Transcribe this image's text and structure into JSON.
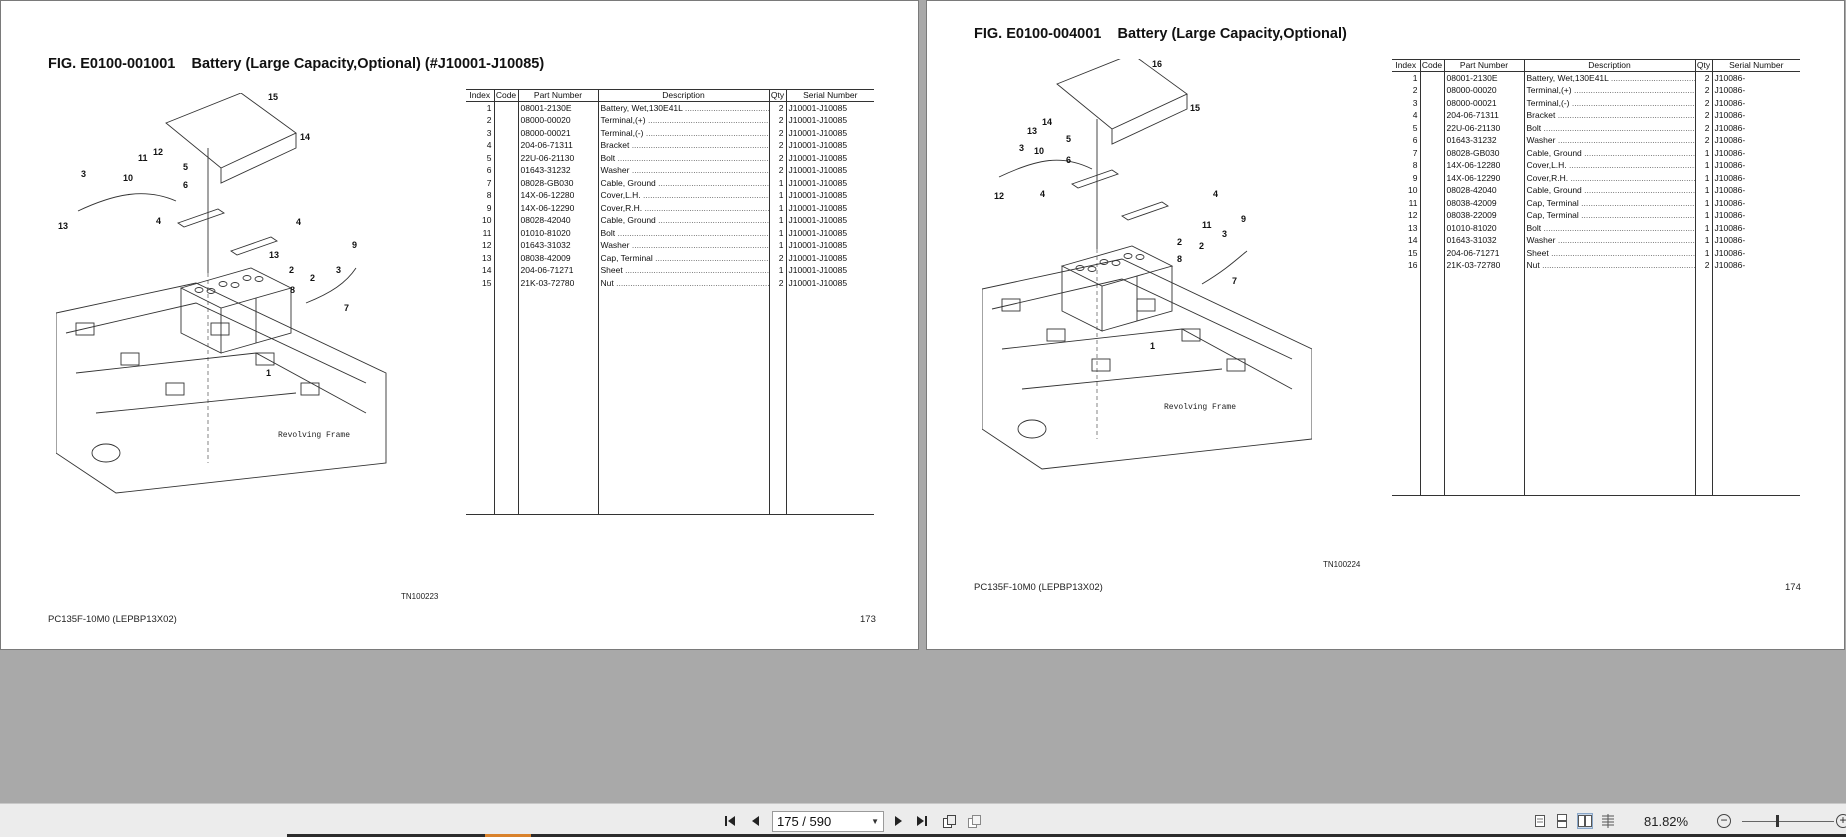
{
  "left_page": {
    "title": "FIG. E0100-001001    Battery (Large Capacity,Optional) (#J10001-J10085)",
    "figure_code": "TN100223",
    "model": "PC135F-10M0 (LEPBP13X02)",
    "page_number": "173",
    "frame_label": "Revolving Frame",
    "callouts": [
      "1",
      "2",
      "2",
      "3",
      "3",
      "4",
      "4",
      "5",
      "6",
      "7",
      "8",
      "9",
      "10",
      "11",
      "12",
      "13",
      "13",
      "14",
      "15"
    ],
    "columns": [
      "Index",
      "Code",
      "Part Number",
      "Description",
      "Qty",
      "Serial Number"
    ],
    "rows": [
      {
        "index": "1",
        "code": "",
        "part": "08001-2130E",
        "desc": "Battery, Wet,130E41L",
        "qty": "2",
        "serial": "J10001-J10085"
      },
      {
        "index": "2",
        "code": "",
        "part": "08000-00020",
        "desc": "Terminal,(+)",
        "qty": "2",
        "serial": "J10001-J10085"
      },
      {
        "index": "3",
        "code": "",
        "part": "08000-00021",
        "desc": "Terminal,(-)",
        "qty": "2",
        "serial": "J10001-J10085"
      },
      {
        "index": "4",
        "code": "",
        "part": "204-06-71311",
        "desc": "Bracket",
        "qty": "2",
        "serial": "J10001-J10085"
      },
      {
        "index": "5",
        "code": "",
        "part": "22U-06-21130",
        "desc": "Bolt",
        "qty": "2",
        "serial": "J10001-J10085"
      },
      {
        "index": "6",
        "code": "",
        "part": "01643-31232",
        "desc": "Washer",
        "qty": "2",
        "serial": "J10001-J10085"
      },
      {
        "index": "7",
        "code": "",
        "part": "08028-GB030",
        "desc": "Cable, Ground",
        "qty": "1",
        "serial": "J10001-J10085"
      },
      {
        "index": "8",
        "code": "",
        "part": "14X-06-12280",
        "desc": "Cover,L.H.",
        "qty": "1",
        "serial": "J10001-J10085"
      },
      {
        "index": "9",
        "code": "",
        "part": "14X-06-12290",
        "desc": "Cover,R.H.",
        "qty": "1",
        "serial": "J10001-J10085"
      },
      {
        "index": "10",
        "code": "",
        "part": "08028-42040",
        "desc": "Cable, Ground",
        "qty": "1",
        "serial": "J10001-J10085"
      },
      {
        "index": "11",
        "code": "",
        "part": "01010-81020",
        "desc": "Bolt",
        "qty": "1",
        "serial": "J10001-J10085"
      },
      {
        "index": "12",
        "code": "",
        "part": "01643-31032",
        "desc": "Washer",
        "qty": "1",
        "serial": "J10001-J10085"
      },
      {
        "index": "13",
        "code": "",
        "part": "08038-42009",
        "desc": "Cap, Terminal",
        "qty": "2",
        "serial": "J10001-J10085"
      },
      {
        "index": "14",
        "code": "",
        "part": "204-06-71271",
        "desc": "Sheet",
        "qty": "1",
        "serial": "J10001-J10085"
      },
      {
        "index": "15",
        "code": "",
        "part": "21K-03-72780",
        "desc": "Nut",
        "qty": "2",
        "serial": "J10001-J10085"
      }
    ]
  },
  "right_page": {
    "title": "FIG. E0100-004001    Battery (Large Capacity,Optional)",
    "figure_code": "TN100224",
    "model": "PC135F-10M0 (LEPBP13X02)",
    "page_number": "174",
    "frame_label": "Revolving Frame",
    "callouts": [
      "1",
      "2",
      "2",
      "3",
      "3",
      "4",
      "4",
      "5",
      "6",
      "7",
      "8",
      "9",
      "10",
      "11",
      "12",
      "13",
      "14",
      "15",
      "16"
    ],
    "columns": [
      "Index",
      "Code",
      "Part Number",
      "Description",
      "Qty",
      "Serial Number"
    ],
    "rows": [
      {
        "index": "1",
        "code": "",
        "part": "08001-2130E",
        "desc": "Battery, Wet,130E41L",
        "qty": "2",
        "serial": "J10086-"
      },
      {
        "index": "2",
        "code": "",
        "part": "08000-00020",
        "desc": "Terminal,(+)",
        "qty": "2",
        "serial": "J10086-"
      },
      {
        "index": "3",
        "code": "",
        "part": "08000-00021",
        "desc": "Terminal,(-)",
        "qty": "2",
        "serial": "J10086-"
      },
      {
        "index": "4",
        "code": "",
        "part": "204-06-71311",
        "desc": "Bracket",
        "qty": "2",
        "serial": "J10086-"
      },
      {
        "index": "5",
        "code": "",
        "part": "22U-06-21130",
        "desc": "Bolt",
        "qty": "2",
        "serial": "J10086-"
      },
      {
        "index": "6",
        "code": "",
        "part": "01643-31232",
        "desc": "Washer",
        "qty": "2",
        "serial": "J10086-"
      },
      {
        "index": "7",
        "code": "",
        "part": "08028-GB030",
        "desc": "Cable, Ground",
        "qty": "1",
        "serial": "J10086-"
      },
      {
        "index": "8",
        "code": "",
        "part": "14X-06-12280",
        "desc": "Cover,L.H.",
        "qty": "1",
        "serial": "J10086-"
      },
      {
        "index": "9",
        "code": "",
        "part": "14X-06-12290",
        "desc": "Cover,R.H.",
        "qty": "1",
        "serial": "J10086-"
      },
      {
        "index": "10",
        "code": "",
        "part": "08028-42040",
        "desc": "Cable, Ground",
        "qty": "1",
        "serial": "J10086-"
      },
      {
        "index": "11",
        "code": "",
        "part": "08038-42009",
        "desc": "Cap, Terminal",
        "qty": "1",
        "serial": "J10086-"
      },
      {
        "index": "12",
        "code": "",
        "part": "08038-22009",
        "desc": "Cap, Terminal",
        "qty": "1",
        "serial": "J10086-"
      },
      {
        "index": "13",
        "code": "",
        "part": "01010-81020",
        "desc": "Bolt",
        "qty": "1",
        "serial": "J10086-"
      },
      {
        "index": "14",
        "code": "",
        "part": "01643-31032",
        "desc": "Washer",
        "qty": "1",
        "serial": "J10086-"
      },
      {
        "index": "15",
        "code": "",
        "part": "204-06-71271",
        "desc": "Sheet",
        "qty": "1",
        "serial": "J10086-"
      },
      {
        "index": "16",
        "code": "",
        "part": "21K-03-72780",
        "desc": "Nut",
        "qty": "2",
        "serial": "J10086-"
      }
    ]
  },
  "toolbar": {
    "page_indicator": "175 / 590",
    "zoom": "81.82%",
    "zoom_out_label": "−",
    "zoom_in_label": "+",
    "nav_icons": [
      "first-page-icon",
      "prev-page-icon",
      "next-page-icon",
      "last-page-icon"
    ],
    "view_icons": [
      "single-page-icon",
      "continuous-page-icon",
      "two-page-icon",
      "continuous-two-page-icon"
    ]
  }
}
